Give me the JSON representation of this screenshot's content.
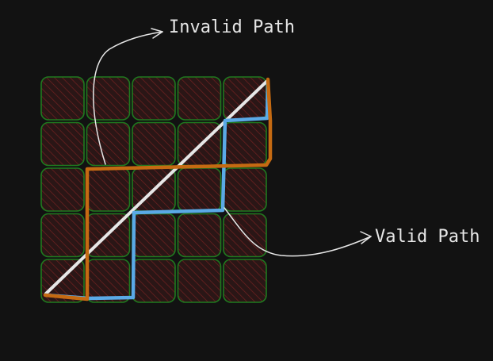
{
  "labels": {
    "invalid": "Invalid Path",
    "valid": "Valid Path"
  },
  "grid": {
    "rows": 5,
    "cols": 5
  },
  "colors": {
    "background": "#121212",
    "cell_stroke": "#1f7a1f",
    "cell_fill": "#2a1616",
    "hatch": "#6b2020",
    "diagonal": "#e6e6e6",
    "invalid_path": "#c56a12",
    "valid_path": "#5aa9e6",
    "arrow": "#e6e6e6",
    "text": "#e6e6e6"
  }
}
